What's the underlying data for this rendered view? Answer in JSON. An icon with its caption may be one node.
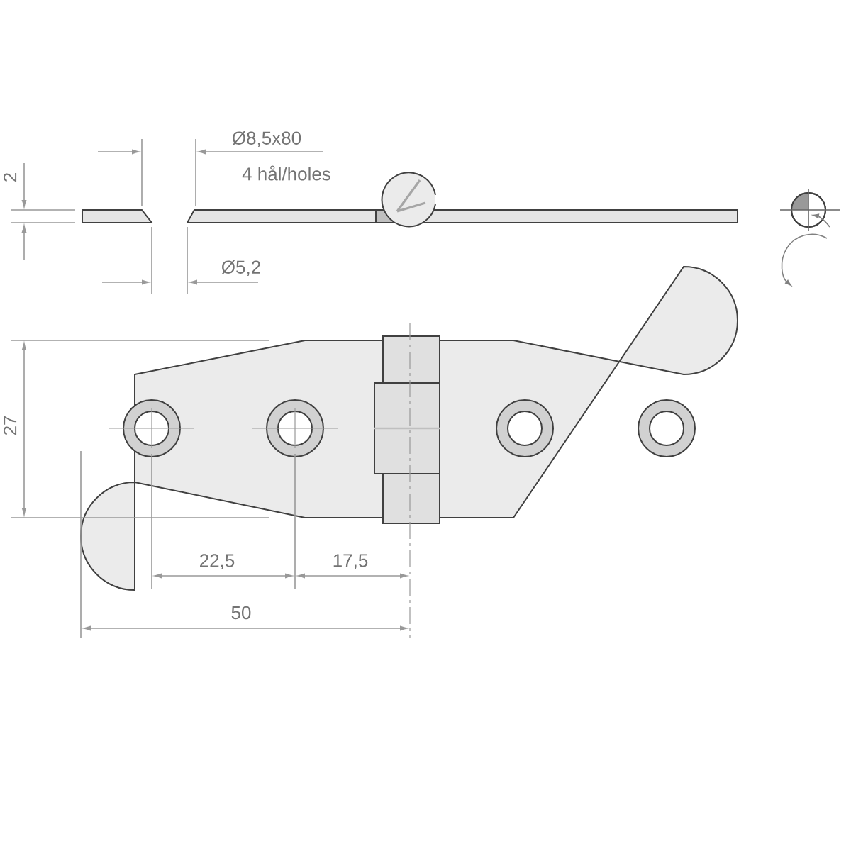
{
  "diagram": {
    "labels": [
      "Ø8,5x80",
      "4 hål/holes",
      "2",
      "Ø5,2",
      "27",
      "22,5",
      "17,5",
      "50"
    ]
  }
}
